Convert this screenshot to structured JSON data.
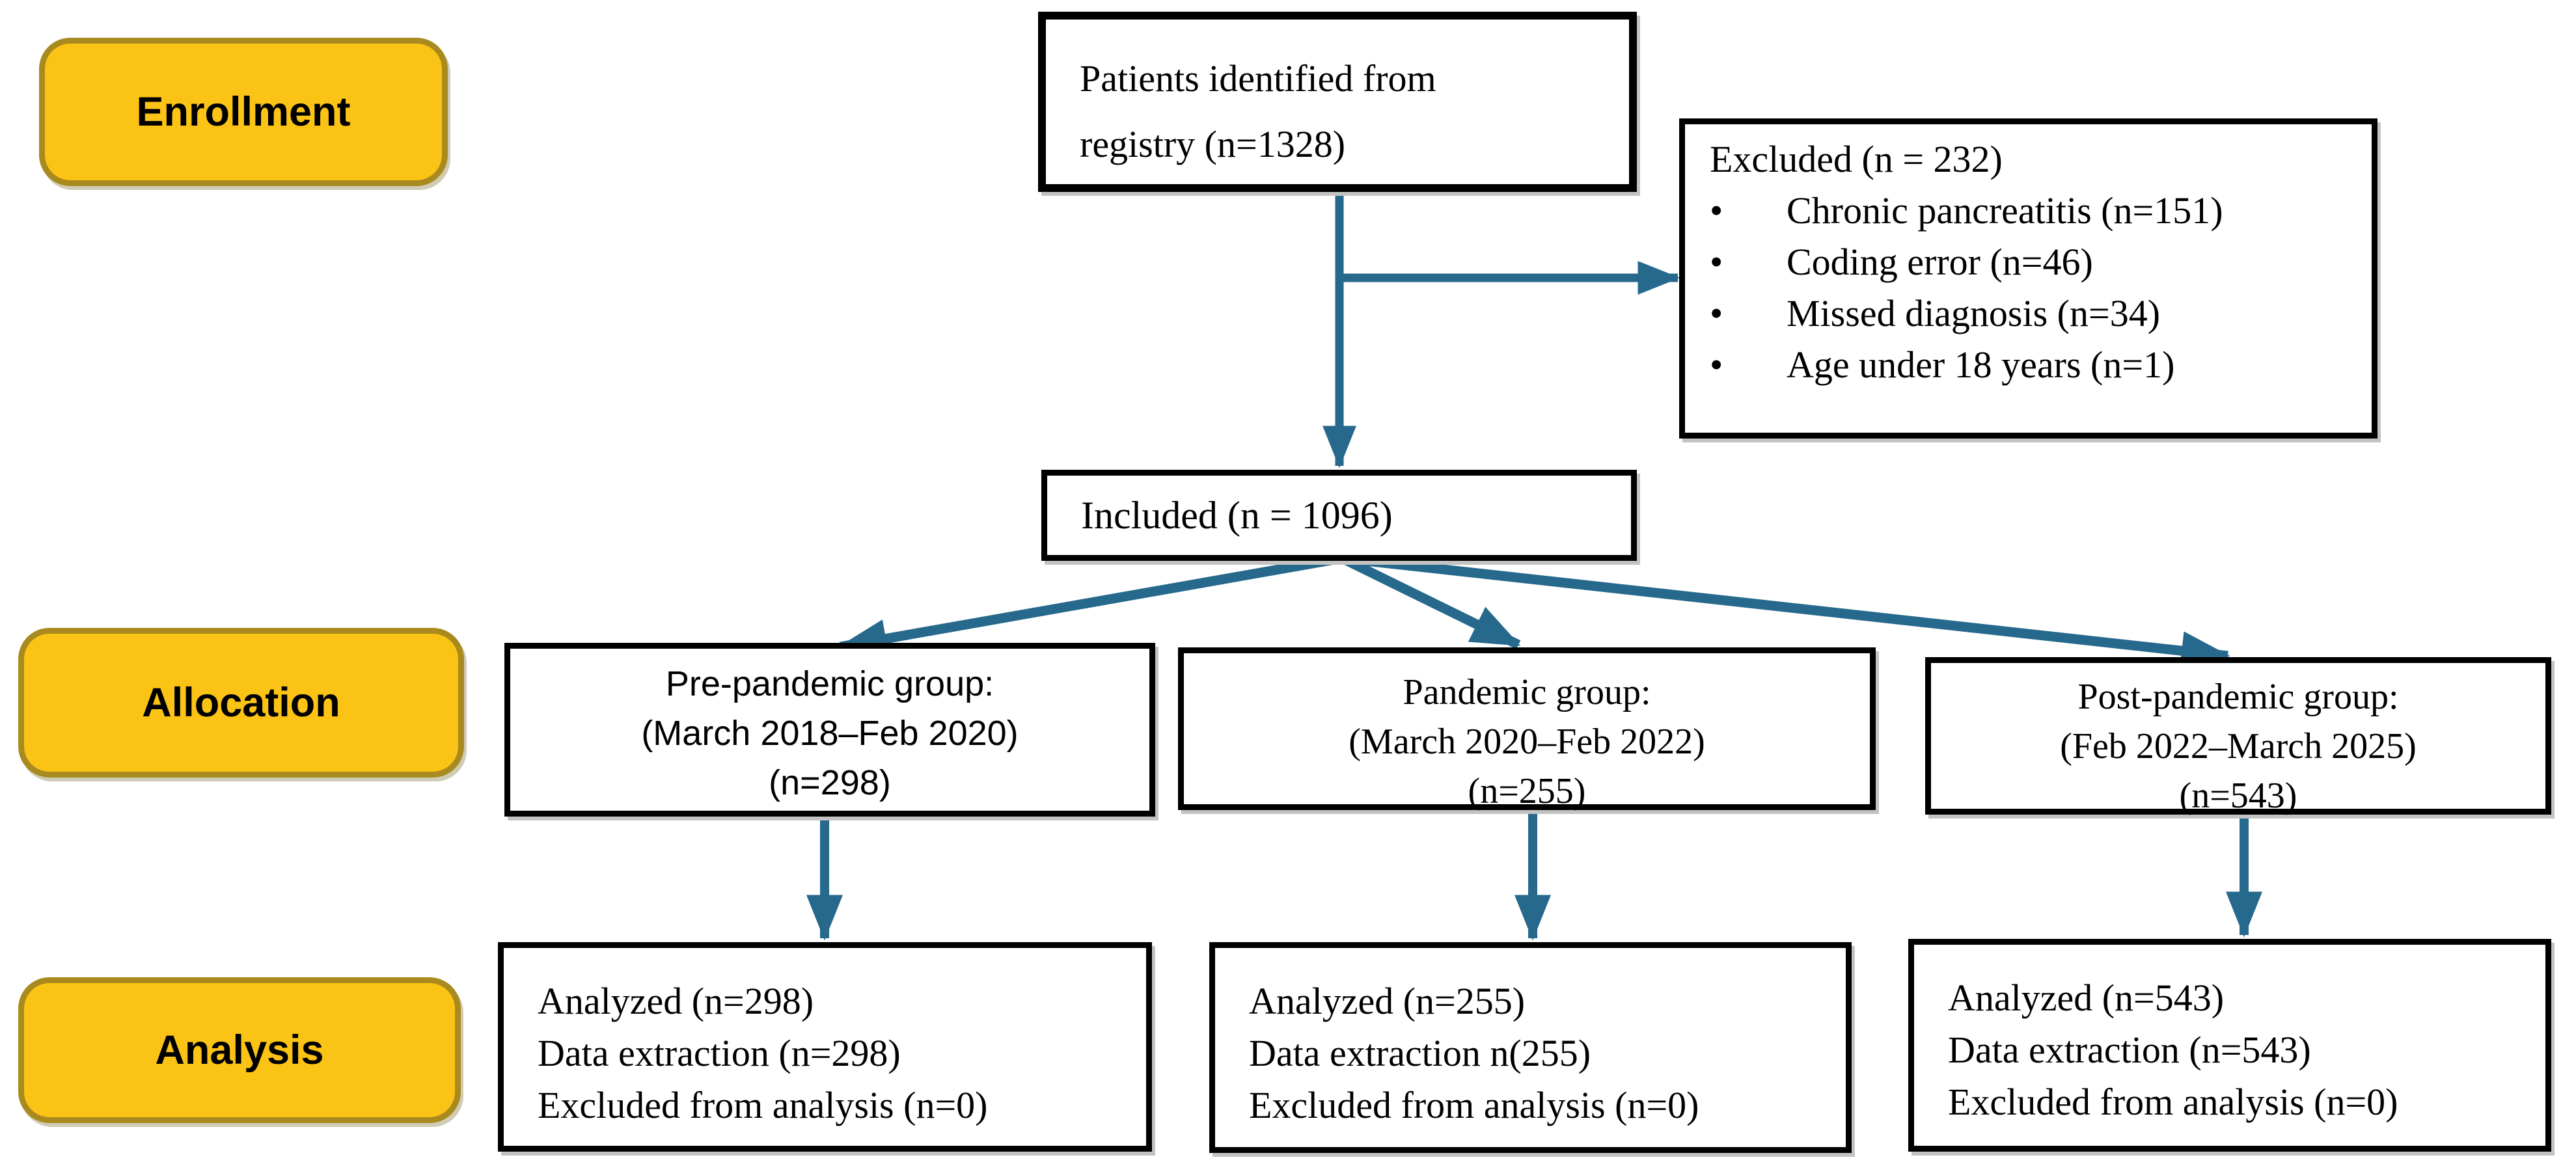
{
  "colors": {
    "arrow_color": "#26698c",
    "label_fill": "#fbc315",
    "label_border": "#a98a1e",
    "box_border": "#000000"
  },
  "glyphs": {
    "bullet": "•"
  },
  "stage_labels": {
    "enrollment": "Enrollment",
    "allocation": "Allocation",
    "analysis": "Analysis"
  },
  "boxes": {
    "registry": {
      "line1": "Patients identified from",
      "line2": "registry (n=1328)"
    },
    "excluded": {
      "title": "Excluded (n = 232)",
      "items": [
        "Chronic pancreatitis (n=151)",
        "Coding error (n=46)",
        "Missed diagnosis (n=34)",
        "Age under 18 years (n=1)"
      ]
    },
    "included": {
      "text": "Included (n = 1096)"
    },
    "groups": [
      {
        "line1": "Pre-pandemic group:",
        "line2": "(March 2018–Feb 2020)",
        "line3": "(n=298)"
      },
      {
        "line1": "Pandemic group:",
        "line2": "(March 2020–Feb 2022)",
        "line3": "(n=255)"
      },
      {
        "line1": "Post-pandemic group:",
        "line2": "(Feb 2022–March 2025)",
        "line3": "(n=543)"
      }
    ],
    "analysis": [
      {
        "line1": "Analyzed (n=298)",
        "line2": "Data extraction (n=298)",
        "line3": "Excluded from analysis (n=0)"
      },
      {
        "line1": "Analyzed (n=255)",
        "line2": "Data extraction n(255)",
        "line3": "Excluded from analysis (n=0)"
      },
      {
        "line1": "Analyzed (n=543)",
        "line2": "Data extraction (n=543)",
        "line3": "Excluded from analysis (n=0)"
      }
    ]
  }
}
